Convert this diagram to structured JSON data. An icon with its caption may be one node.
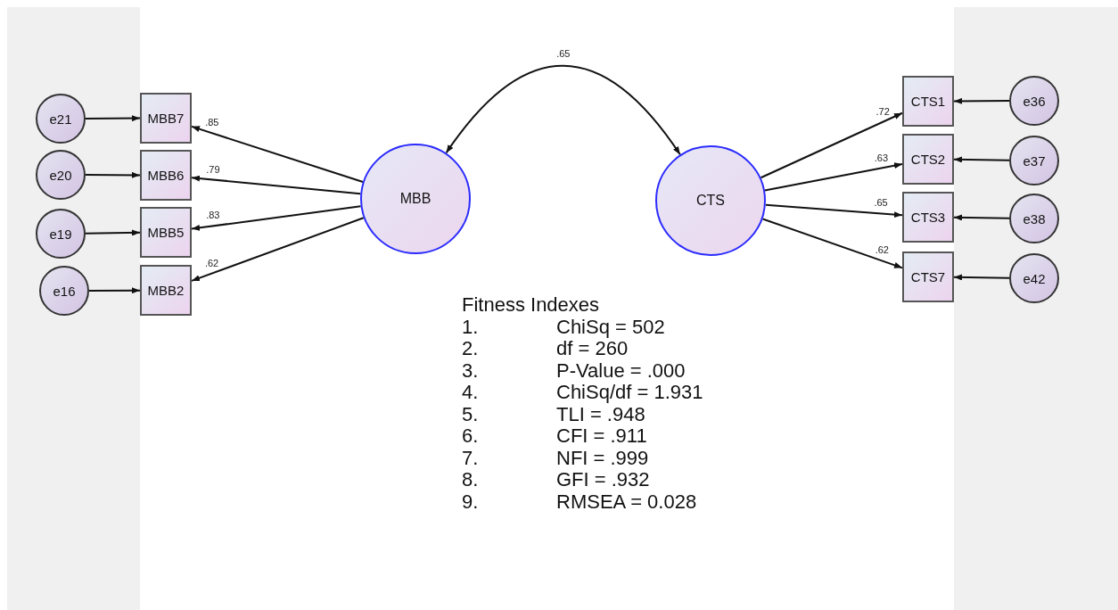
{
  "diagram": {
    "nodes": [
      {
        "text": [
          "e21"
        ]
      },
      {
        "text": [
          "MBB7"
        ]
      },
      {
        "text": [
          "e20"
        ]
      },
      {
        "text": [
          "MBB6"
        ]
      },
      {
        "text": [
          "e19"
        ]
      },
      {
        "text": [
          "MBB5"
        ]
      },
      {
        "text": [
          "e16"
        ]
      },
      {
        "text": [
          "MBB2"
        ]
      },
      {
        "text": [
          "MBB"
        ]
      },
      {
        "text": [
          "CTS"
        ]
      },
      {
        "text": [
          "CTS1"
        ]
      },
      {
        "text": [
          "e36"
        ]
      },
      {
        "text": [
          "CTS2"
        ]
      },
      {
        "text": [
          "e37"
        ]
      },
      {
        "text": [
          "CTS3"
        ]
      },
      {
        "text": [
          "e38"
        ]
      },
      {
        "text": [
          "CTS7"
        ]
      },
      {
        "text": [
          "e42"
        ]
      }
    ],
    "edges": [
      {
        "from": 0,
        "to": 1,
        "arrow": "to"
      },
      {
        "from": 2,
        "to": 3,
        "arrow": "to"
      },
      {
        "from": 4,
        "to": 5,
        "arrow": "to"
      },
      {
        "from": 6,
        "to": 7,
        "arrow": "to"
      },
      {
        "from": 8,
        "to": 1,
        "arrow": "to",
        "label": ".85"
      },
      {
        "from": 8,
        "to": 3,
        "arrow": "to",
        "label": ".79"
      },
      {
        "from": 8,
        "to": 5,
        "arrow": "to",
        "label": ".83"
      },
      {
        "from": 8,
        "to": 7,
        "arrow": "to",
        "label": ".62"
      },
      {
        "from": 8,
        "to": 9,
        "arrow": "both",
        "label": ".65"
      },
      {
        "from": 9,
        "to": 10,
        "arrow": "to",
        "label": ".72"
      },
      {
        "from": 9,
        "to": 12,
        "arrow": "to",
        "label": ".63"
      },
      {
        "from": 9,
        "to": 14,
        "arrow": "to",
        "label": ".65"
      },
      {
        "from": 9,
        "to": 16,
        "arrow": "to",
        "label": ".62"
      },
      {
        "from": 11,
        "to": 10,
        "arrow": "to"
      },
      {
        "from": 13,
        "to": 12,
        "arrow": "to"
      },
      {
        "from": 15,
        "to": 14,
        "arrow": "to"
      },
      {
        "from": 17,
        "to": 16,
        "arrow": "to"
      }
    ],
    "labels": [
      "Fitness Indexes",
      "1.",
      "ChiSq = 502",
      "2.",
      "df = 260",
      "3.",
      "P-Value = .000",
      "4.",
      "ChiSq/df = 1.931",
      "5.",
      "TLI = .948",
      "6.",
      "CFI = .911",
      "7.",
      "NFI = .999",
      "8.",
      "GFI = .932",
      "9.",
      "RMSEA = 0.028"
    ]
  }
}
